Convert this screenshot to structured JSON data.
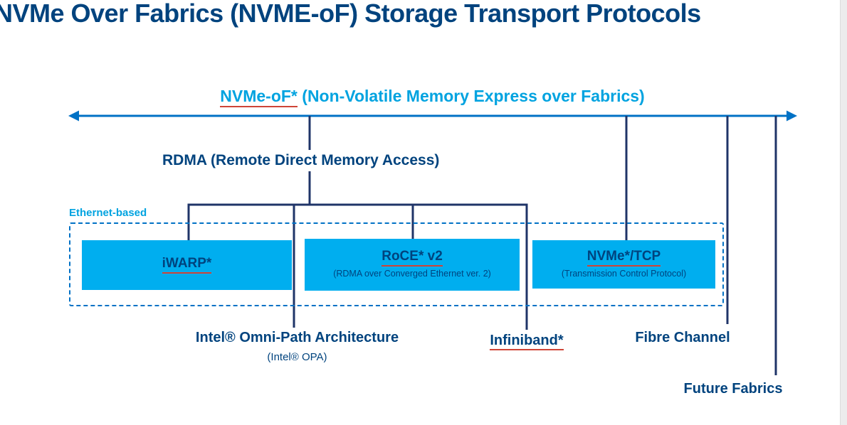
{
  "title": "NVMe Over Fabrics (NVME-oF) Storage Transport Protocols",
  "colors": {
    "title_blue": "#00437e",
    "accent_cyan": "#00a3e0",
    "box_fill": "#00aeef",
    "line_navy": "#1f3468",
    "arrow_blue": "#0071c5",
    "underline_red": "#cf4437"
  },
  "heading": {
    "term": "NVMe-oF*",
    "rest": " (Non-Volatile Memory Express over Fabrics)"
  },
  "rdma_label": "RDMA (Remote Direct Memory Access)",
  "ethernet_group_label": "Ethernet-based",
  "boxes": {
    "iwarp": {
      "title": "iWARP*"
    },
    "roce": {
      "title": "RoCE* v2",
      "subtitle": "(RDMA over Converged Ethernet ver. 2)"
    },
    "nvme_tcp": {
      "title": "NVMe*/TCP",
      "subtitle": "(Transmission Control Protocol)"
    }
  },
  "bottom_labels": {
    "omni_path_title": "Intel® Omni-Path Architecture",
    "omni_path_subtitle": "(Intel® OPA)",
    "infiniband": "Infiniband*",
    "fibre_channel": "Fibre Channel",
    "future_fabrics": "Future Fabrics"
  }
}
